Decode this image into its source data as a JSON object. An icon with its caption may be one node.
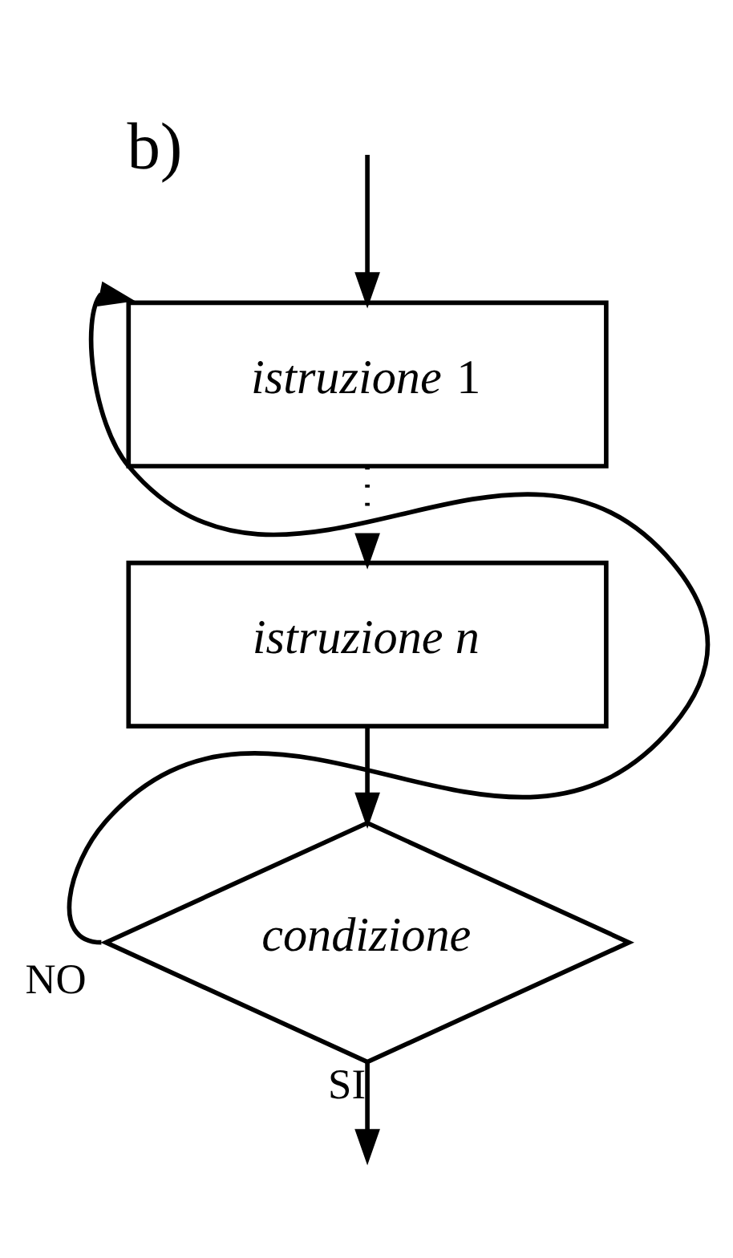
{
  "diagram": {
    "nodes": [
      {
        "text": [
          "*istruzione* 1"
        ]
      },
      {
        "text": [
          "istruzione n"
        ]
      },
      {
        "text": [
          "condizione"
        ]
      }
    ],
    "edges": [
      {
        "from": null,
        "to": 0,
        "arrow": "to"
      },
      {
        "from": 0,
        "to": 1,
        "arrow": "to",
        "style": "dashed"
      },
      {
        "from": 1,
        "to": 2,
        "arrow": "to"
      },
      {
        "from": 2,
        "to": 0,
        "arrow": "to",
        "label": "NO"
      },
      {
        "from": 2,
        "to": null,
        "arrow": "to",
        "label": "SI"
      }
    ],
    "labels": [
      "b)"
    ]
  }
}
